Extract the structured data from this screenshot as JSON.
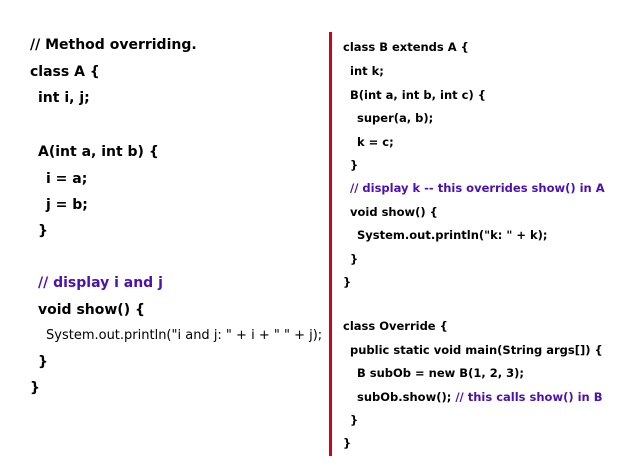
{
  "colors": {
    "comment": "#4B10B2",
    "divider": "#D0021B",
    "text": "#000000",
    "background": "#ffffff"
  },
  "left_code": {
    "l01": "// Method overriding.",
    "l02": "class A {",
    "l03": "int i, j;",
    "l04": "A(int a, int b) {",
    "l05": "i = a;",
    "l06": "j = b;",
    "l07": "}",
    "l08": "// display i and j",
    "l09": "void show() {",
    "l10": "System.out.println(\"i and j: \" + i + \" \" + j);",
    "l11": "}",
    "l12": "}"
  },
  "right_code": {
    "r01": "class B extends A {",
    "r02": "int k;",
    "r03": "B(int a, int b, int c) {",
    "r04": "super(a, b);",
    "r05": "k = c;",
    "r06": "}",
    "r07": "// display k -- this overrides show() in A",
    "r08": "void show() {",
    "r09": "System.out.println(\"k: \" + k);",
    "r10": "}",
    "r11": "}",
    "r12": "class Override {",
    "r13": "public static void main(String args[]) {",
    "r14": "B subOb = new B(1, 2, 3);",
    "r15a": "subOb.show();",
    "r15b": "// this calls show() in B",
    "r16": "}",
    "r17": "}"
  }
}
